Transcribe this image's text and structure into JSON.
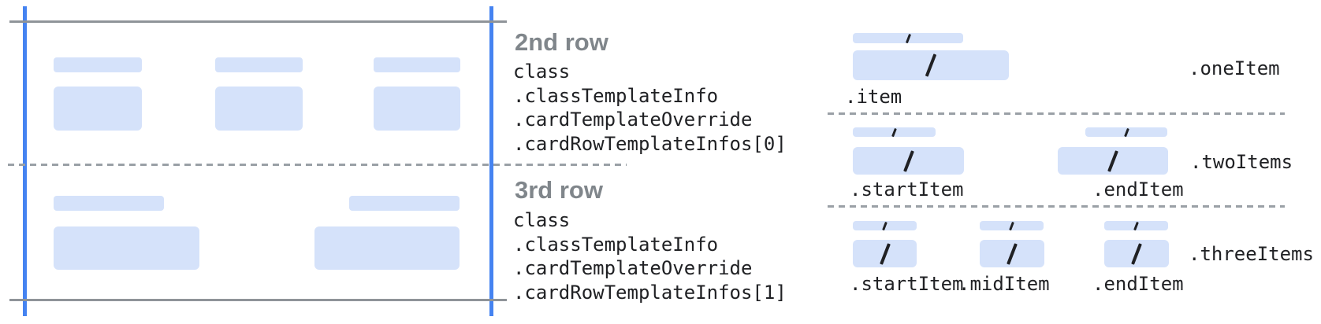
{
  "colors": {
    "bar_fill": "#d5e2fa",
    "edge_blue": "#4583f1",
    "line_gray": "#8f9499",
    "dash_gray": "#9aa0a6",
    "heading_gray": "#80868b",
    "text_dark": "#202124"
  },
  "rows": [
    {
      "heading": "2nd row",
      "path": [
        "class",
        ".classTemplateInfo",
        ".cardTemplateOverride",
        ".cardRowTemplateInfos[0]"
      ]
    },
    {
      "heading": "3rd row",
      "path": [
        "class",
        ".classTemplateInfo",
        ".cardTemplateOverride",
        ".cardRowTemplateInfos[1]"
      ]
    }
  ],
  "templates": [
    {
      "name": ".oneItem",
      "slots": [
        ".item"
      ]
    },
    {
      "name": ".twoItems",
      "slots": [
        ".startItem",
        ".endItem"
      ]
    },
    {
      "name": ".threeItems",
      "slots": [
        ".startItem",
        ".midItem",
        ".endItem"
      ]
    }
  ],
  "icons": {
    "slash": "/"
  }
}
